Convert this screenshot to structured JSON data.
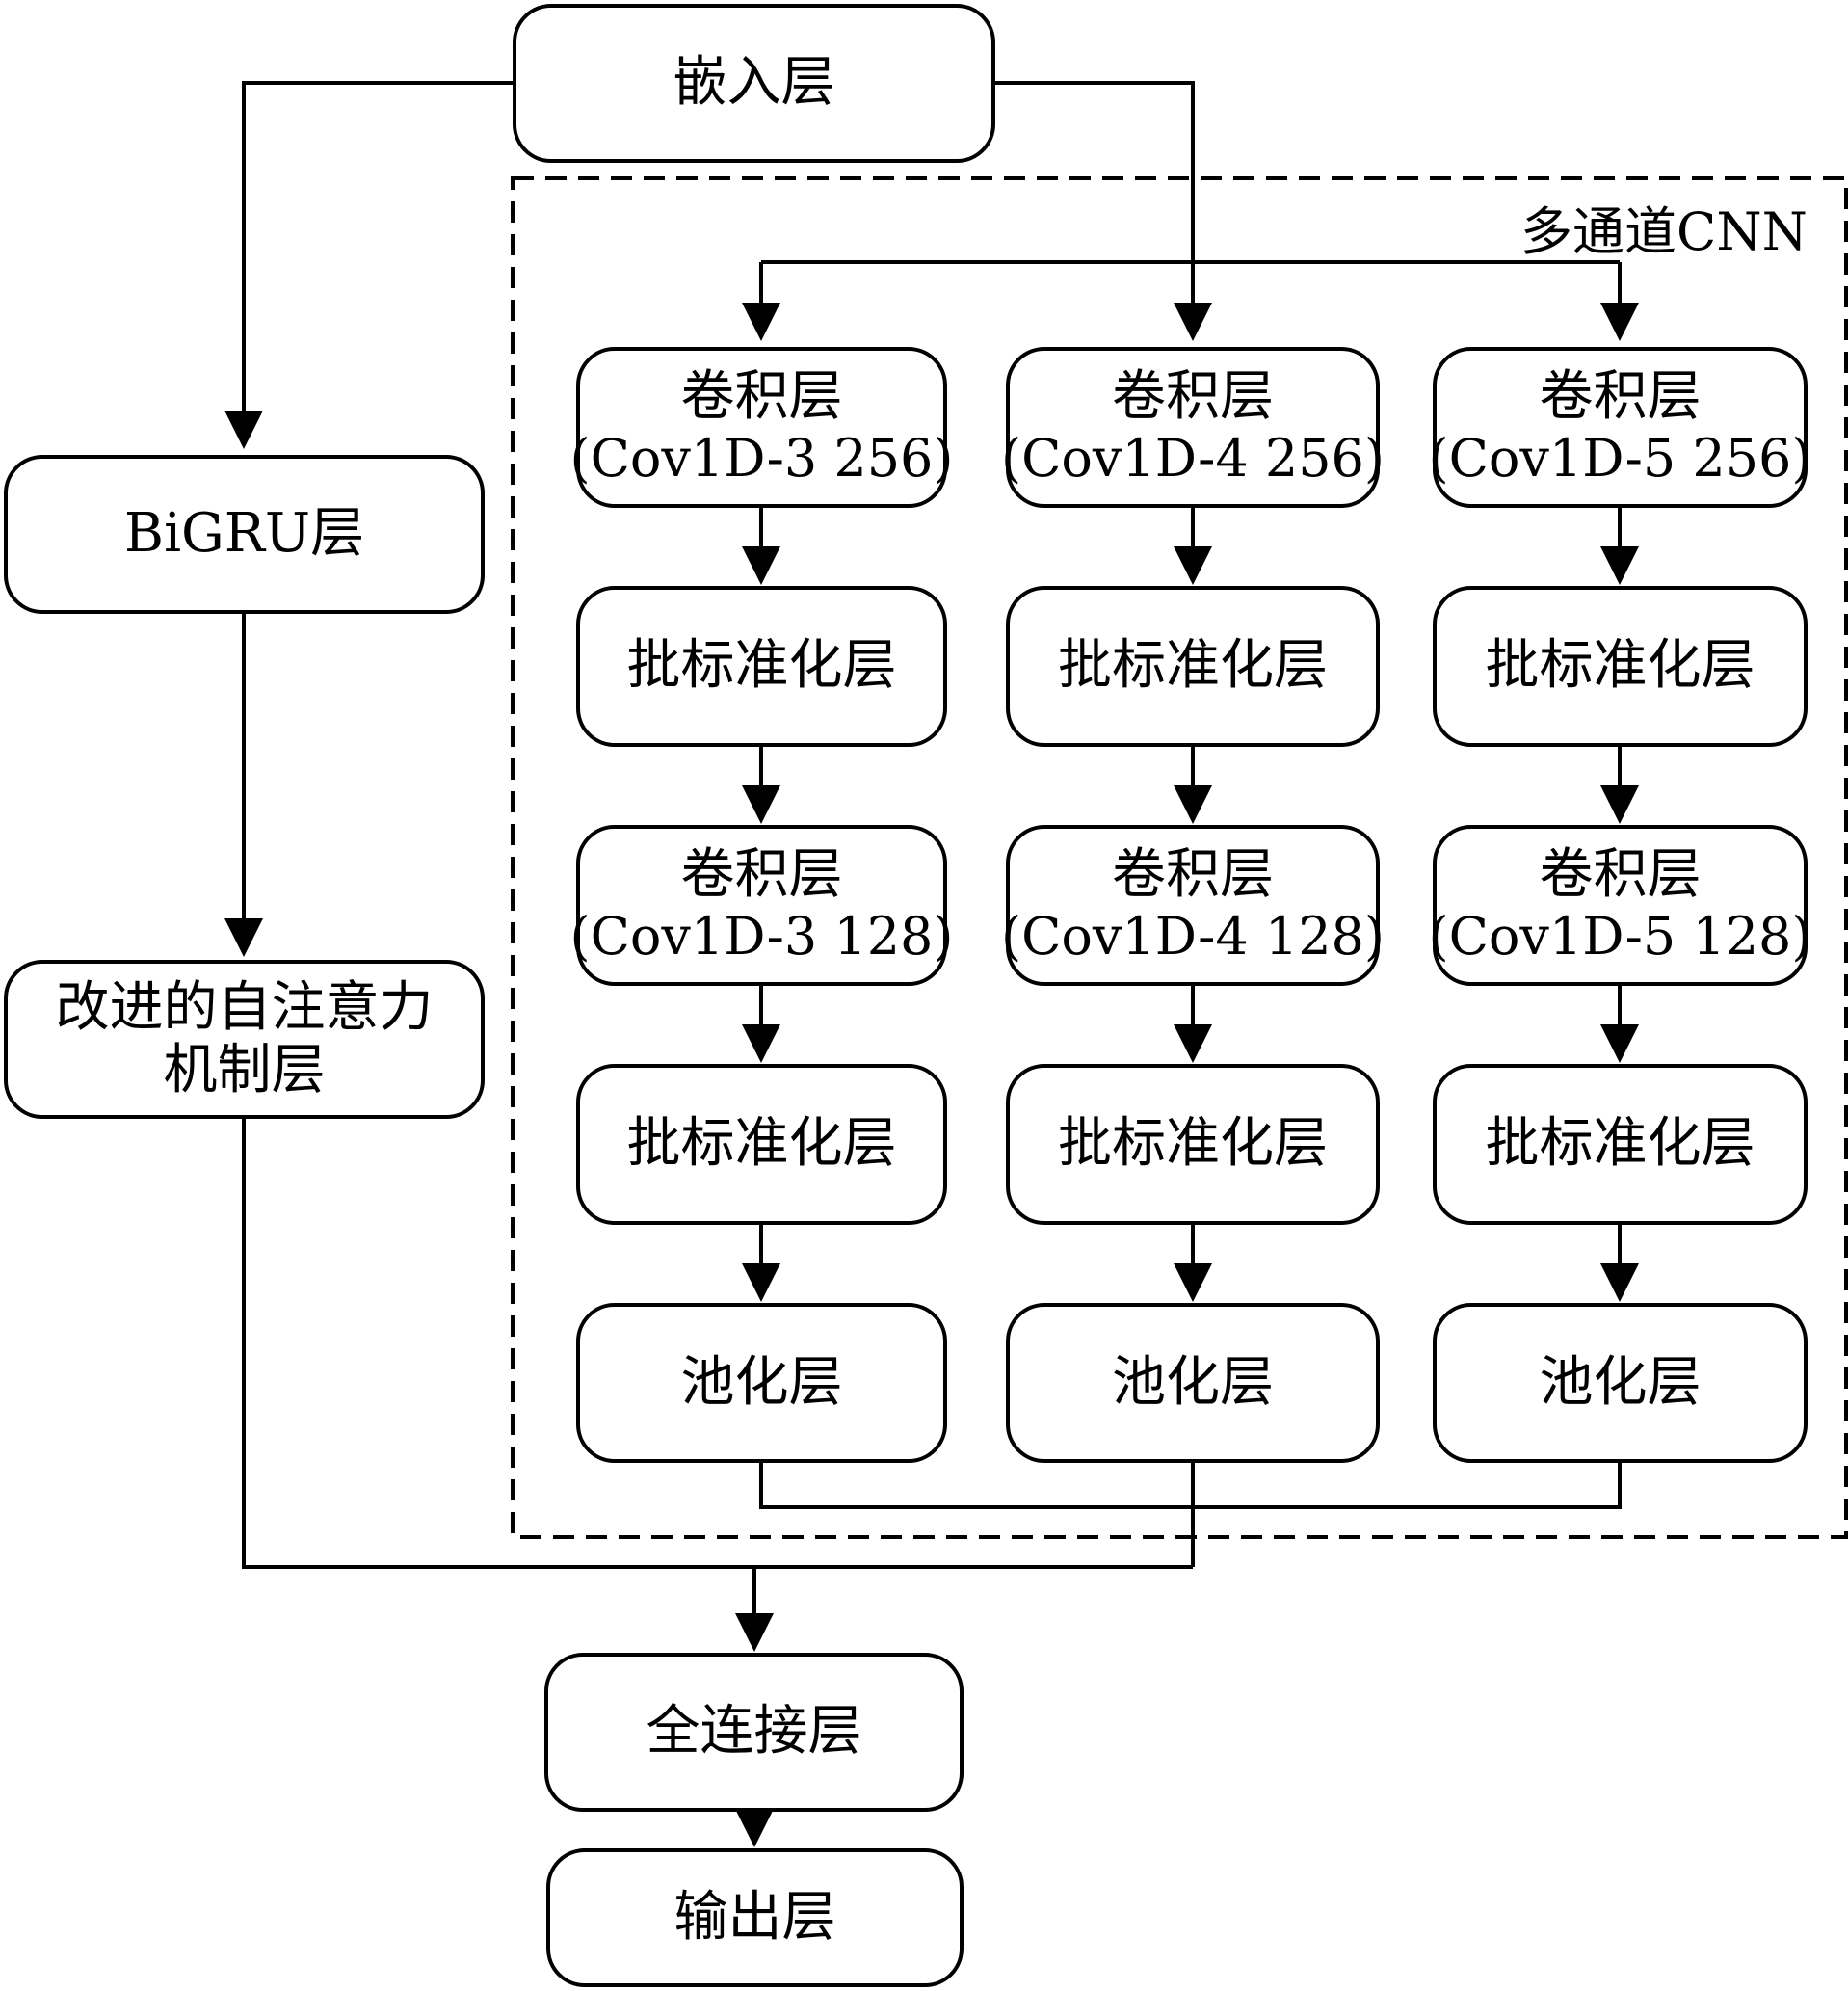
{
  "nodes": {
    "embedding": "嵌入层",
    "bigru": "BiGRU层",
    "attention_line1": "改进的自注意力",
    "attention_line2": "机制层",
    "fc": "全连接层",
    "output": "输出层"
  },
  "cnn": {
    "title": "多通道CNN",
    "channels": [
      {
        "conv1": "卷积层",
        "conv1_param": "(Cov1D-3 256)",
        "bn1": "批标准化层",
        "conv2": "卷积层",
        "conv2_param": "(Cov1D-3 128)",
        "bn2": "批标准化层",
        "pool": "池化层"
      },
      {
        "conv1": "卷积层",
        "conv1_param": "(Cov1D-4 256)",
        "bn1": "批标准化层",
        "conv2": "卷积层",
        "conv2_param": "(Cov1D-4 128)",
        "bn2": "批标准化层",
        "pool": "池化层"
      },
      {
        "conv1": "卷积层",
        "conv1_param": "(Cov1D-5 256)",
        "bn1": "批标准化层",
        "conv2": "卷积层",
        "conv2_param": "(Cov1D-5 128)",
        "bn2": "批标准化层",
        "pool": "池化层"
      }
    ]
  }
}
